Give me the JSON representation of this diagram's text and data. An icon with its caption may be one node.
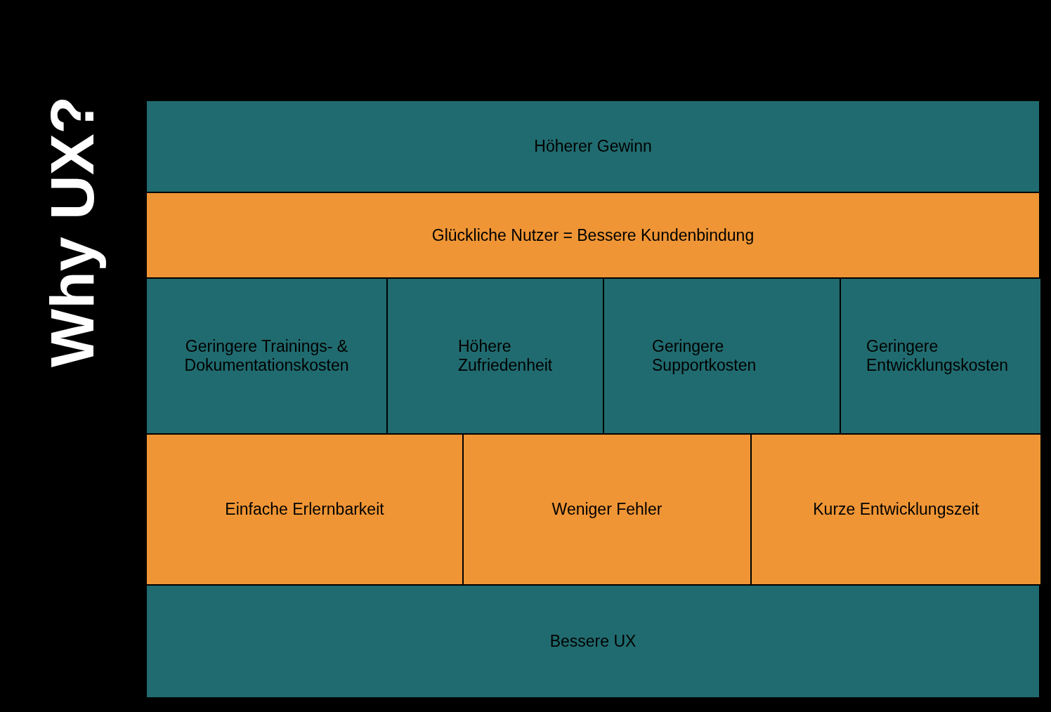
{
  "diagram": {
    "title": "Why UX?",
    "nodes": [
      {
        "text": [
          "Höherer Gewinn"
        ]
      },
      {
        "text": [
          "Glückliche Nutzer = Bessere Kundenbindung"
        ]
      },
      {
        "text": [
          "Geringere Trainings- & Dokumentationskosten"
        ]
      },
      {
        "text": [
          "Höhere Zufriedenheit"
        ]
      },
      {
        "text": [
          "Geringere Supportkosten"
        ]
      },
      {
        "text": [
          "Geringere Entwicklungskosten"
        ]
      },
      {
        "text": [
          "Einfache Erlernbarkeit"
        ]
      },
      {
        "text": [
          "Weniger Fehler"
        ]
      },
      {
        "text": [
          "Kurze Entwicklungszeit"
        ]
      },
      {
        "text": [
          "Bessere UX"
        ]
      }
    ]
  }
}
